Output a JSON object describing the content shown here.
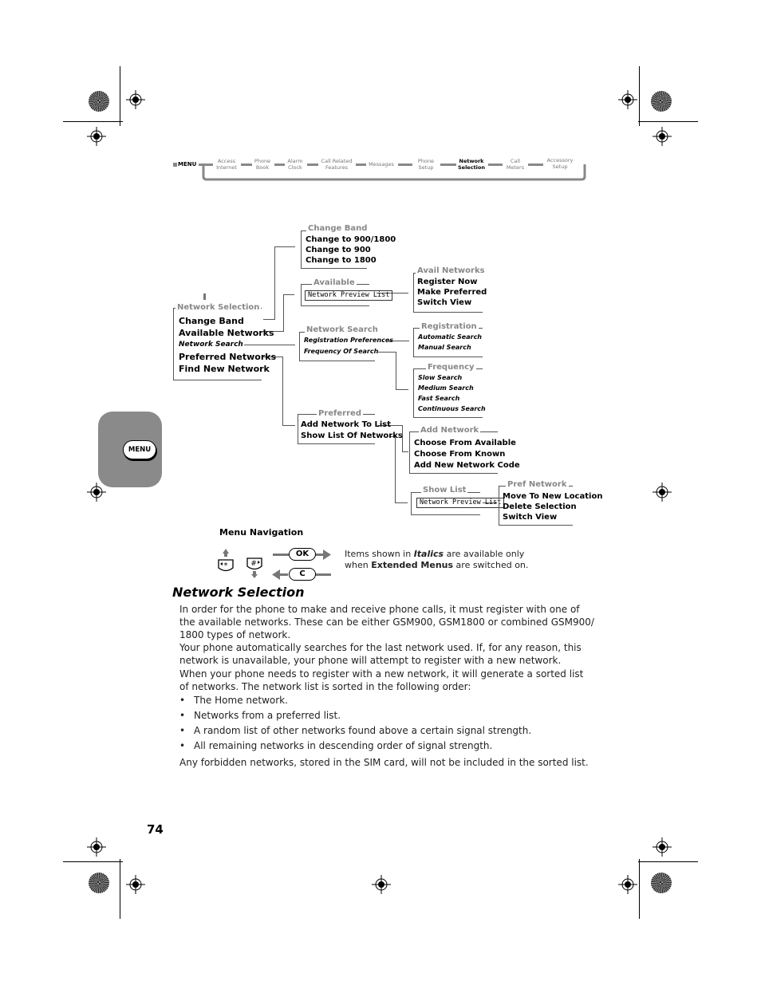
{
  "menu_strip": {
    "menu_label": "MENU",
    "items": [
      {
        "line1": "Access",
        "line2": "Internet"
      },
      {
        "line1": "Phone",
        "line2": "Book"
      },
      {
        "line1": "Alarm",
        "line2": "Clock"
      },
      {
        "line1": "Call Related",
        "line2": "Features"
      },
      {
        "line1": "Messages",
        "line2": ""
      },
      {
        "line1": "Phone",
        "line2": "Setup"
      },
      {
        "line1": "Network",
        "line2": "Selection"
      },
      {
        "line1": "Call",
        "line2": "Meters"
      },
      {
        "line1": "Accessory",
        "line2": "Setup"
      }
    ]
  },
  "side_tab": {
    "label": "MENU"
  },
  "diagram": {
    "main": {
      "title": "Network Selection",
      "items": [
        "Change Band",
        "Available Networks",
        "Network Search",
        "Preferred Networks",
        "Find New Network"
      ]
    },
    "change_band": {
      "title": "Change Band",
      "items": [
        "Change to 900/1800",
        "Change to 900",
        "Change to 1800"
      ]
    },
    "available": {
      "title": "Available",
      "lcd": "Network Preview List"
    },
    "avail_networks": {
      "title": "Avail Networks",
      "items": [
        "Register Now",
        "Make Preferred",
        "Switch View"
      ]
    },
    "network_search": {
      "title": "Network Search",
      "items": [
        "Registration  Preferences",
        "Frequency  Of Search"
      ]
    },
    "registration": {
      "title": "Registration",
      "items": [
        "Automatic Search",
        "Manual Search"
      ]
    },
    "frequency": {
      "title": "Frequency",
      "items": [
        "Slow Search",
        "Medium Search",
        "Fast Search",
        "Continuous Search"
      ]
    },
    "preferred": {
      "title": "Preferred",
      "items": [
        "Add Network To List",
        "Show List  Of Networks"
      ]
    },
    "add_network": {
      "title": "Add Network",
      "items": [
        "Choose From Available",
        "Choose From Known",
        "Add New Network Code"
      ]
    },
    "show_list": {
      "title": "Show List",
      "lcd": "Network Preview List"
    },
    "pref_network": {
      "title": "Pref Network",
      "items": [
        "Move To New Location",
        "Delete Selection",
        "Switch View"
      ]
    }
  },
  "navigation": {
    "title": "Menu Navigation",
    "ok_label": "OK",
    "c_label": "C",
    "note_part1": "Items shown in ",
    "note_italic": "Italics",
    "note_part2": " are available only",
    "note_part3": "when ",
    "note_bold": "Extended Menus",
    "note_part4": " are switched on."
  },
  "section": {
    "heading": "Network Selection",
    "para1": "In order for the phone to make and receive phone calls, it must register with one of the available networks. These can be either GSM900, GSM1800 or combined GSM900/ 1800 types of network.",
    "para2": "Your phone automatically searches for the last network used. If, for any reason, this network is unavailable, your phone will attempt to register with a new network.",
    "para3": "When your phone needs to register with a new network, it will generate a sorted list of networks. The network list is sorted in the following order:",
    "bullets": [
      "The Home network.",
      "Networks from a preferred list.",
      "A random list of other networks found above a certain signal strength.",
      "All remaining networks in descending order of signal strength."
    ],
    "para4": "Any forbidden networks, stored in the SIM card, will not be included in the sorted list."
  },
  "page_number": "74"
}
